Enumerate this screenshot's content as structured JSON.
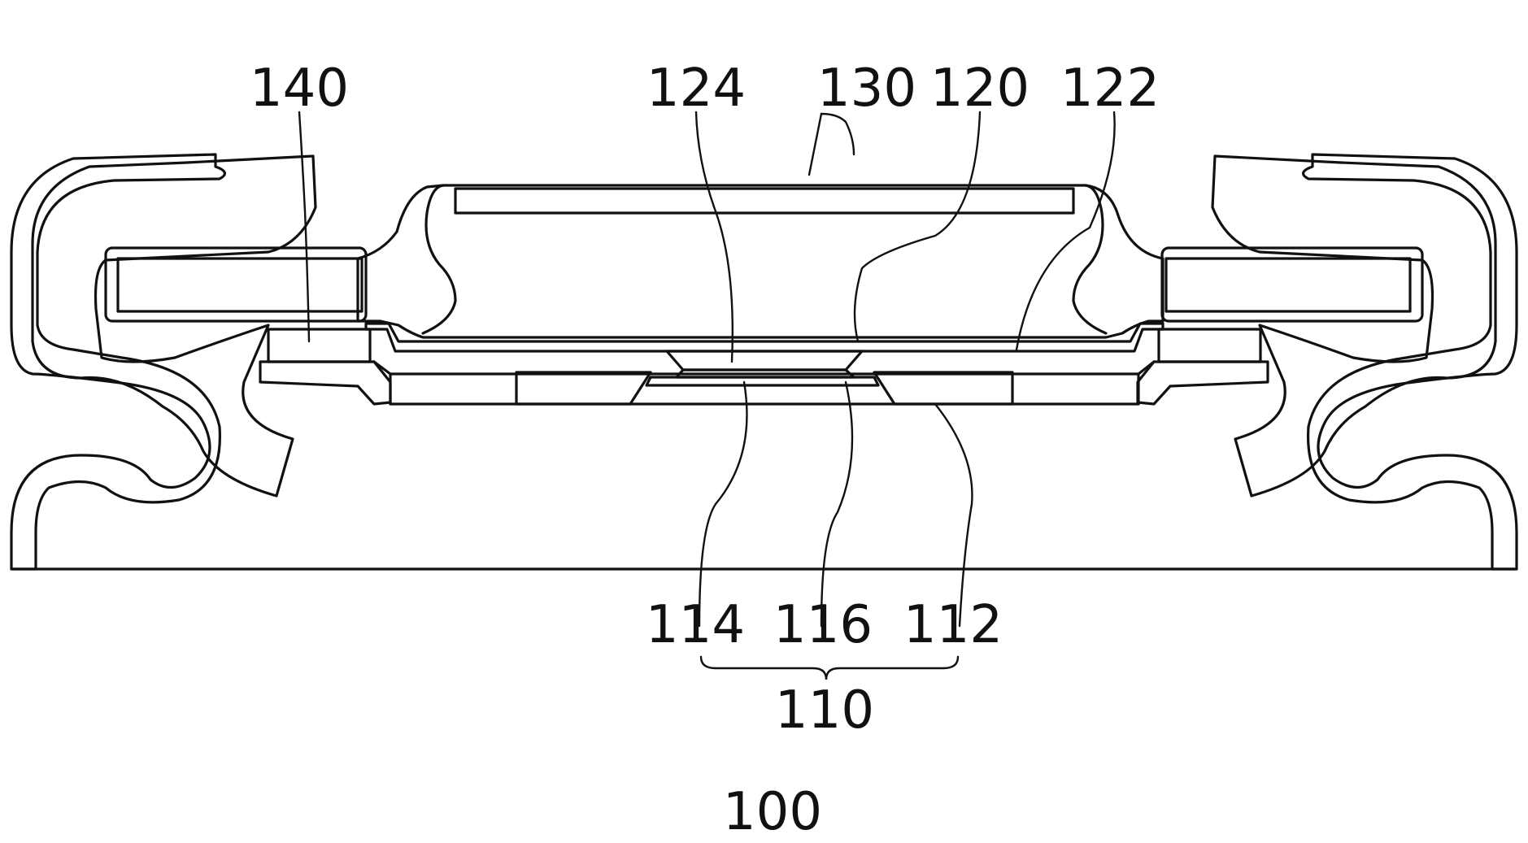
{
  "figure": {
    "labels": {
      "ref_140": "140",
      "ref_124": "124",
      "ref_130": "130",
      "ref_120": "120",
      "ref_122": "122",
      "ref_114": "114",
      "ref_116": "116",
      "ref_112": "112",
      "ref_110": "110",
      "ref_100": "100"
    },
    "colors": {
      "line": "#111111",
      "background": "#ffffff"
    }
  }
}
